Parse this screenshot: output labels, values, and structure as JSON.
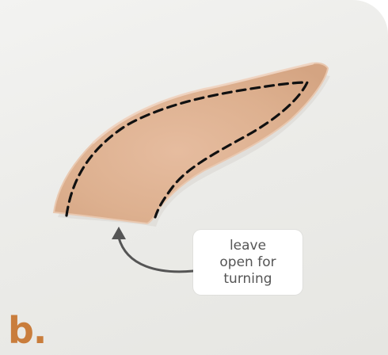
{
  "callout": {
    "line1": "leave",
    "line2": "open for",
    "line3": "turning"
  },
  "step_label": "b.",
  "colors": {
    "background": "#ececea",
    "fabric": "#e3b596",
    "stitch_line": "#111111",
    "arrow": "#555555",
    "step_label": "#c97d3c",
    "callout_text": "#555555"
  }
}
